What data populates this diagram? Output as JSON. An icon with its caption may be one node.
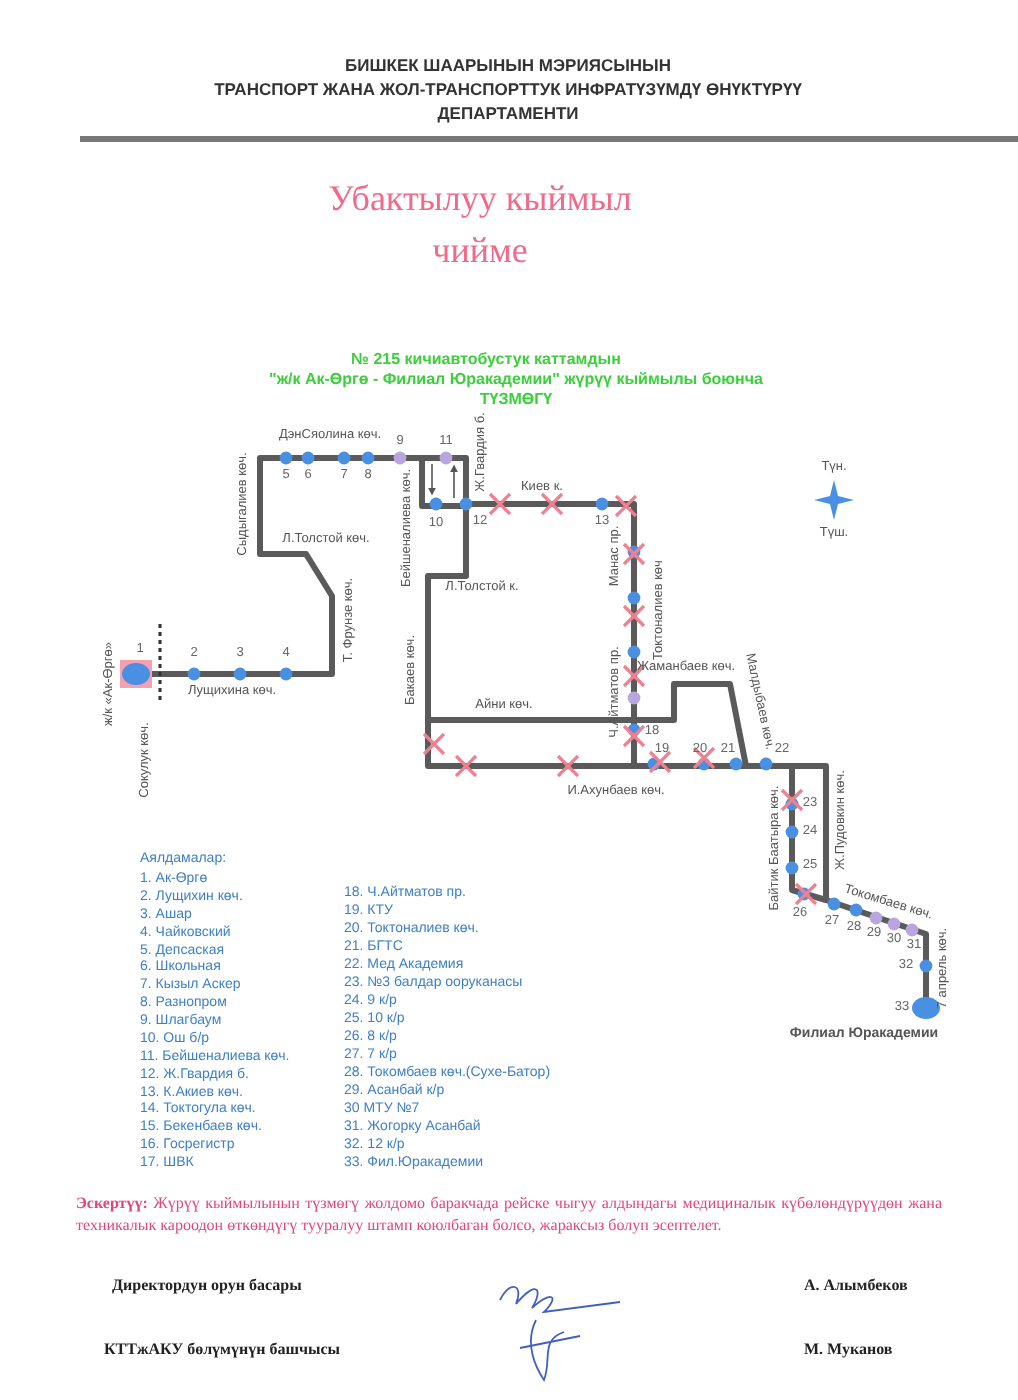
{
  "diagram": {
    "title": "Убактылуу кыймыл чийме",
    "labels": [
      "БИШКЕК ШААРЫНЫН  МЭРИЯСЫНЫН",
      "ТРАНСПОРТ ЖАНА ЖОЛ-ТРАНСПОРТТУК ИНФРАТҮЗҮМДҮ ӨНҮКТҮРҮҮ",
      "ДЕПАРТАМЕНТИ",
      "№ 215  кичиавтобустук каттамдын",
      "\"ж/к Ак-Өргө - Филиал Юракадемии\"  жүрүү кыймылы боюнча",
      "ТҮЗМӨГҮ",
      "ДэнСяолина көч.",
      "Сыдыгалиев көч.",
      "Л.Толстой көч.",
      "Бейшеналиева көч.",
      "Ж.Гвардия б.",
      "Киев к.",
      "Түн.",
      "Түш.",
      "Л.Толстой к.",
      "Т. Фрунзе көч.",
      "Манас пр.",
      "Токтоналиев көч",
      "Жаманбаев көч.",
      "ж/к «Ак-Өргө»",
      "Лущихина көч.",
      "Бакаев көч.",
      "Айни көч.",
      "Ч.Айтматов пр.",
      "Сокулук көч.",
      "Малдыбаев көч.",
      "И.Ахунбаев көч.",
      "Байтик Баатыра көч.",
      "Ж.Пудовкин көч.",
      "Токомбаев көч.",
      "7 апрель көч.",
      "Филиал Юракадемии",
      "1",
      "2",
      "3",
      "4",
      "5",
      "6",
      "7",
      "8",
      "9",
      "10",
      "11",
      "12",
      "13",
      "18",
      "19",
      "20",
      "21",
      "22",
      "23",
      "24",
      "25",
      "26",
      "27",
      "28",
      "29",
      "30",
      "31",
      "32",
      "33",
      "Аялдамалар:",
      "1. Ак-Өргө",
      "2. Лущихин көч.",
      "3. Ашар",
      "4. Чайковский",
      "5. Депсаская",
      "6. Школьная",
      "7. Кызыл Аскер",
      "8. Разнопром",
      "9. Шлагбаум",
      "10. Ош б/р",
      "11. Бейшеналиева көч.",
      "12. Ж.Гвардия б.",
      "13. К.Акиев көч.",
      "14. Токтогула көч.",
      "15. Бекенбаев көч.",
      "16. Госрегистр",
      "17. ШВК",
      "18. Ч.Айтматов пр.",
      "19. КТУ",
      "20. Токтоналиев көч.",
      "21. БГТС",
      "22. Мед Академия",
      "23. №3 балдар ооруканасы",
      "24. 9 к/р",
      "25. 10 к/р",
      "26. 8 к/р",
      "27. 7 к/р",
      "28. Токомбаев көч.(Сухе-Батор)",
      "29. Асанбай к/р",
      "30 МТУ №7",
      "31. Жогорку Асанбай",
      "32. 12 к/р",
      "33. Фил.Юракадемии",
      "**Эскертүү:** Жүрүү кыймылынын түзмөгү жолдомо баракчада рейске чыгуу алдындагы медициналык күбөлөндүрүүдөн жана техникалык кароодон өткөндүгү тууралуу штамп коюлбаган болсо, жараксыз болуп эсептелет.",
      "Директордун орун басары",
      "КТТжАКУ  бөлүмүнүн башчысы",
      "А. Алымбеков",
      "М. Муканов"
    ]
  }
}
